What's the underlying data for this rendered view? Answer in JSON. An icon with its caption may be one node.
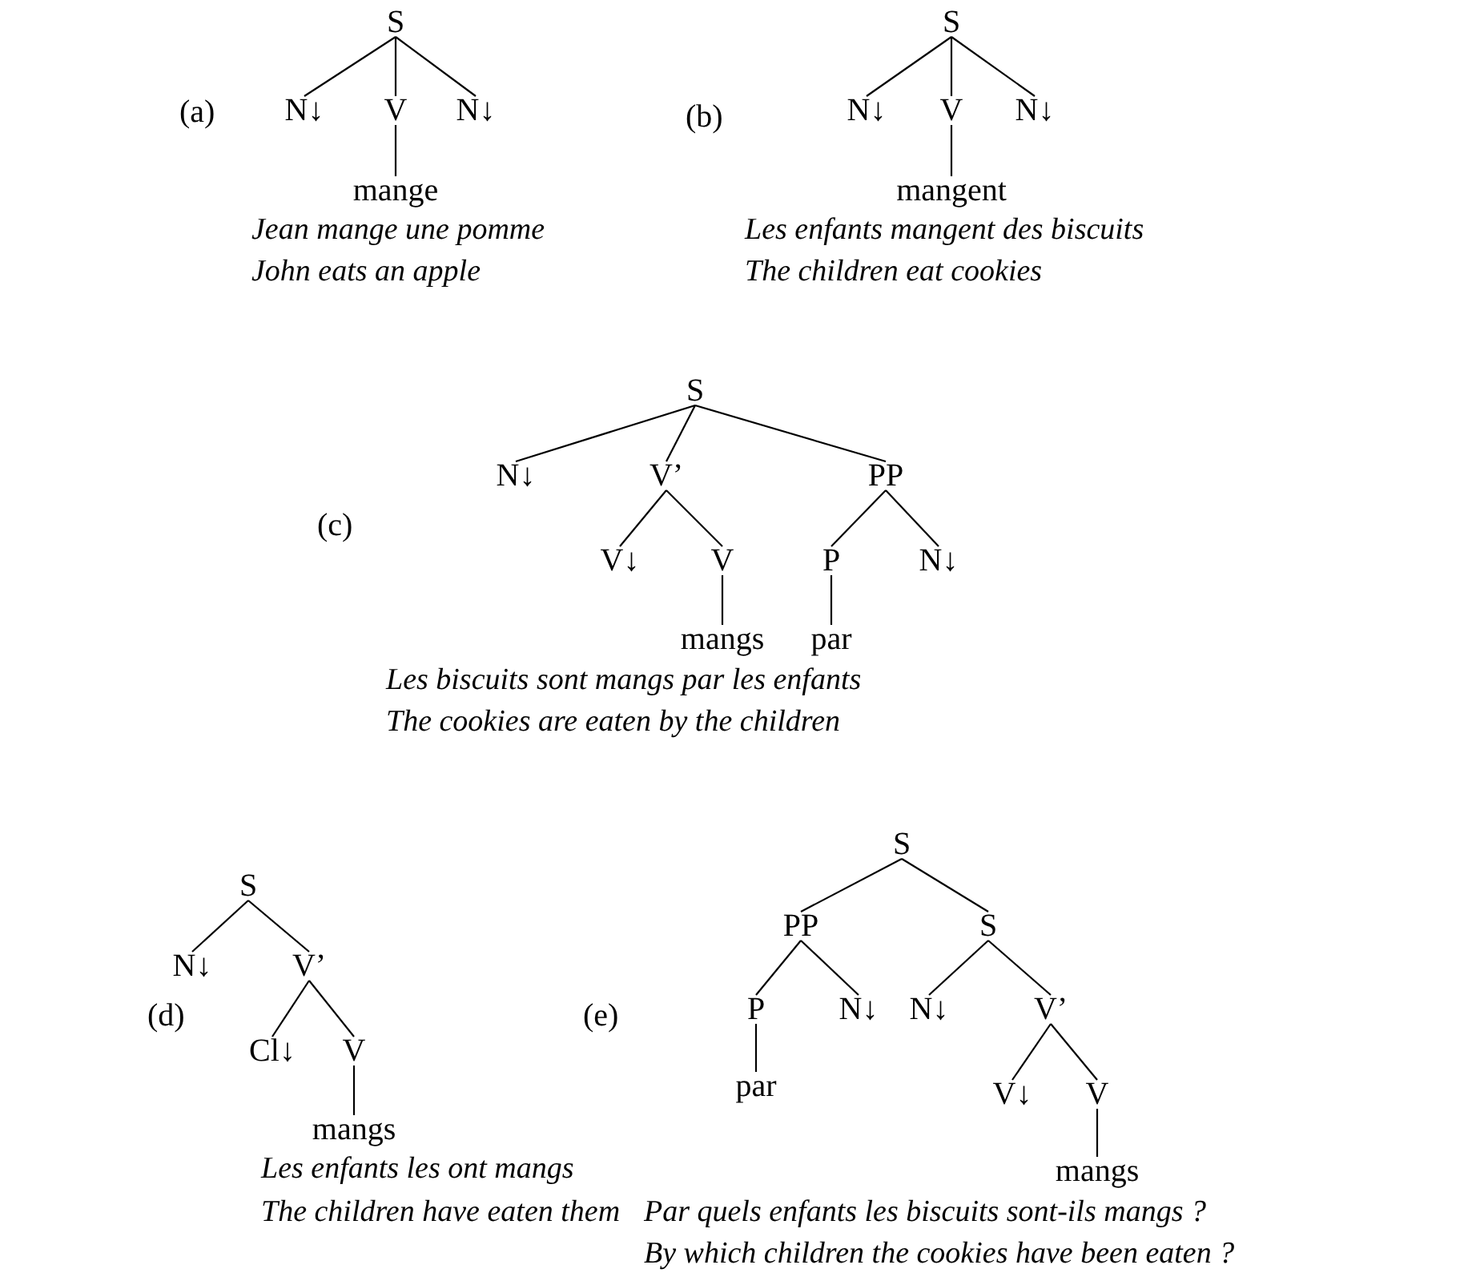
{
  "diagram": {
    "nodes": [
      {
        "text": [
          "S"
        ]
      },
      {
        "text": [
          "N↓"
        ]
      },
      {
        "text": [
          "V"
        ]
      },
      {
        "text": [
          "N↓"
        ]
      },
      {
        "text": [
          "mange"
        ]
      },
      {
        "text": [
          "S"
        ]
      },
      {
        "text": [
          "N↓"
        ]
      },
      {
        "text": [
          "V"
        ]
      },
      {
        "text": [
          "N↓"
        ]
      },
      {
        "text": [
          "mangent"
        ]
      },
      {
        "text": [
          "S"
        ]
      },
      {
        "text": [
          "N↓"
        ]
      },
      {
        "text": [
          "V’"
        ]
      },
      {
        "text": [
          "PP"
        ]
      },
      {
        "text": [
          "V↓"
        ]
      },
      {
        "text": [
          "V"
        ]
      },
      {
        "text": [
          "P"
        ]
      },
      {
        "text": [
          "N↓"
        ]
      },
      {
        "text": [
          "mangs"
        ]
      },
      {
        "text": [
          "par"
        ]
      },
      {
        "text": [
          "S"
        ]
      },
      {
        "text": [
          "N↓"
        ]
      },
      {
        "text": [
          "V’"
        ]
      },
      {
        "text": [
          "Cl↓"
        ]
      },
      {
        "text": [
          "V"
        ]
      },
      {
        "text": [
          "mangs"
        ]
      },
      {
        "text": [
          "S"
        ]
      },
      {
        "text": [
          "PP"
        ]
      },
      {
        "text": [
          "S"
        ]
      },
      {
        "text": [
          "P"
        ]
      },
      {
        "text": [
          "N↓"
        ]
      },
      {
        "text": [
          "N↓"
        ]
      },
      {
        "text": [
          "V’"
        ]
      },
      {
        "text": [
          "par"
        ]
      },
      {
        "text": [
          "V↓"
        ]
      },
      {
        "text": [
          "V"
        ]
      },
      {
        "text": [
          "mangs"
        ]
      }
    ],
    "edges": [
      {
        "from": 0,
        "to": 1,
        "arrow": "none"
      },
      {
        "from": 0,
        "to": 2,
        "arrow": "none"
      },
      {
        "from": 0,
        "to": 3,
        "arrow": "none"
      },
      {
        "from": 2,
        "to": 4,
        "arrow": "none"
      },
      {
        "from": 5,
        "to": 6,
        "arrow": "none"
      },
      {
        "from": 5,
        "to": 7,
        "arrow": "none"
      },
      {
        "from": 5,
        "to": 8,
        "arrow": "none"
      },
      {
        "from": 7,
        "to": 9,
        "arrow": "none"
      },
      {
        "from": 10,
        "to": 11,
        "arrow": "none"
      },
      {
        "from": 10,
        "to": 12,
        "arrow": "none"
      },
      {
        "from": 10,
        "to": 13,
        "arrow": "none"
      },
      {
        "from": 12,
        "to": 14,
        "arrow": "none"
      },
      {
        "from": 12,
        "to": 15,
        "arrow": "none"
      },
      {
        "from": 13,
        "to": 16,
        "arrow": "none"
      },
      {
        "from": 13,
        "to": 17,
        "arrow": "none"
      },
      {
        "from": 15,
        "to": 18,
        "arrow": "none"
      },
      {
        "from": 16,
        "to": 19,
        "arrow": "none"
      },
      {
        "from": 20,
        "to": 21,
        "arrow": "none"
      },
      {
        "from": 20,
        "to": 22,
        "arrow": "none"
      },
      {
        "from": 22,
        "to": 23,
        "arrow": "none"
      },
      {
        "from": 22,
        "to": 24,
        "arrow": "none"
      },
      {
        "from": 24,
        "to": 25,
        "arrow": "none"
      },
      {
        "from": 26,
        "to": 27,
        "arrow": "none"
      },
      {
        "from": 26,
        "to": 28,
        "arrow": "none"
      },
      {
        "from": 27,
        "to": 29,
        "arrow": "none"
      },
      {
        "from": 27,
        "to": 30,
        "arrow": "none"
      },
      {
        "from": 28,
        "to": 31,
        "arrow": "none"
      },
      {
        "from": 28,
        "to": 32,
        "arrow": "none"
      },
      {
        "from": 29,
        "to": 33,
        "arrow": "none"
      },
      {
        "from": 32,
        "to": 34,
        "arrow": "none"
      },
      {
        "from": 32,
        "to": 35,
        "arrow": "none"
      },
      {
        "from": 35,
        "to": 36,
        "arrow": "none"
      }
    ],
    "labels": [
      "(a)",
      "Jean mange une pomme",
      "John eats an apple",
      "(b)",
      "Les enfants mangent des biscuits",
      "The children eat cookies",
      "(c)",
      "Les biscuits sont mangs par les enfants",
      "The cookies are eaten by the children",
      "(d)",
      "Les enfants les ont mangs",
      "The children have eaten them",
      "(e)",
      "Par quels enfants les biscuits sont-ils mangs ?",
      "By which children the cookies have been eaten ?"
    ]
  }
}
